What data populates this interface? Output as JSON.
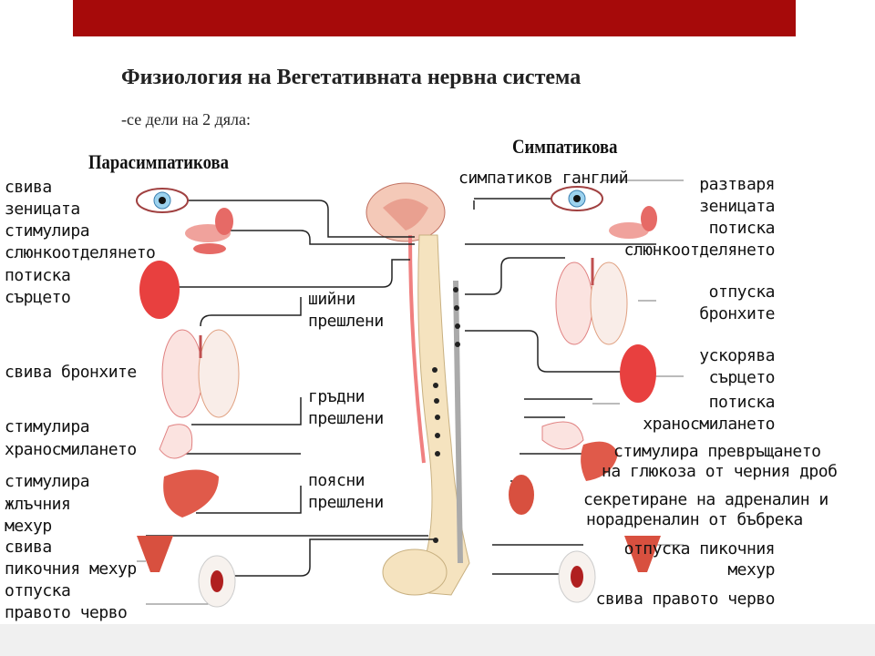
{
  "slide": {
    "title": "Физиология на Вегетативната нервна система",
    "subtitle": "-се дели на 2 дяла:"
  },
  "diagram": {
    "parasympathetic": {
      "heading": "Парасимпатикова",
      "labels": [
        "свива",
        "зеницата",
        "стимулира",
        "слюнкоотделянето",
        "потиска",
        "сърцето",
        "свива бронхите",
        "стимулира",
        "храносмилането",
        "стимулира",
        "жлъчния",
        "мехур",
        "свива",
        "пикочния мехур",
        "отпуска",
        "правото черво"
      ]
    },
    "spine": {
      "labels": [
        "шийни",
        "прешлени",
        "гръдни",
        "прешлени",
        "поясни",
        "прешлени"
      ]
    },
    "sympathetic": {
      "heading": "Симпатикова",
      "ganglion": "симпатиков ганглий",
      "labels": [
        "разтваря",
        "зеницата",
        "потиска",
        "слюнкоотделянето",
        "отпуска",
        "бронхите",
        "ускорява",
        "сърцето",
        "потиска",
        "храносмилането",
        "стимулира превръщането",
        "на глюкоза от черния дроб",
        "секретиране на адреналин и",
        "норадреналин от бъбрека",
        "отпуска пикочния",
        "мехур",
        "свива правото черво"
      ]
    },
    "colors": {
      "accent_bar": "#a60a0a",
      "organ": "#e8403f",
      "spine": "#f2dcb0",
      "nerve": "#f0a0a0",
      "ganglion": "#aaaaaa"
    }
  }
}
